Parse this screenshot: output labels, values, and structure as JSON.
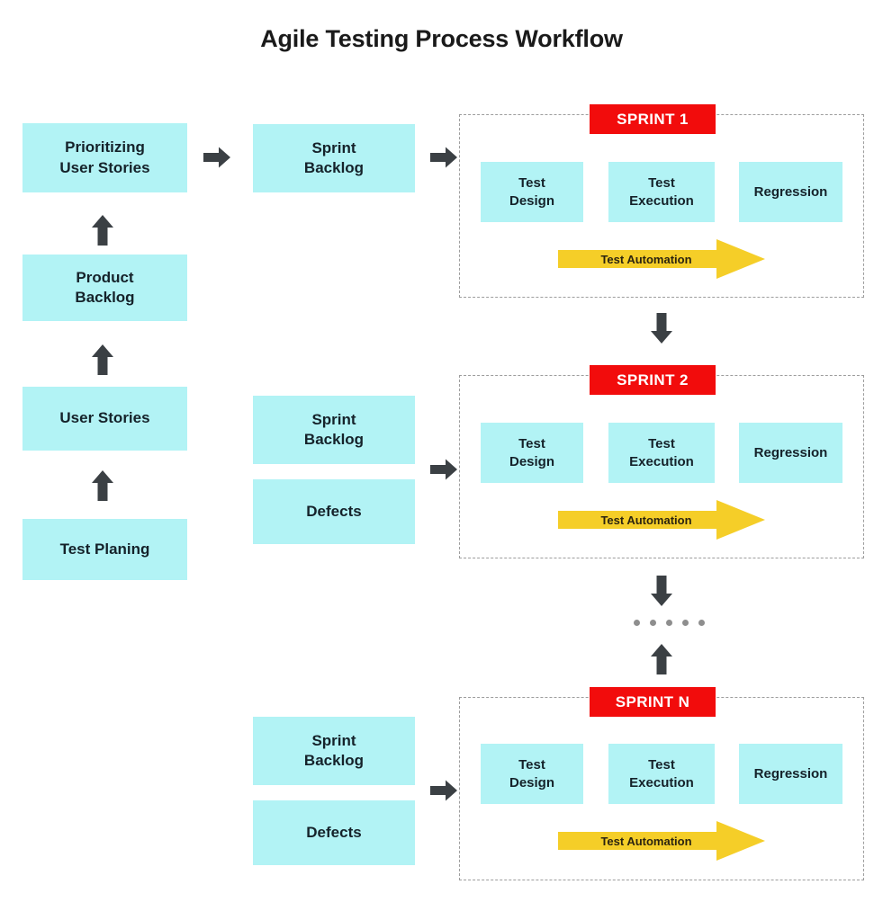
{
  "page": {
    "title": "Agile Testing Process Workflow",
    "background": "#ffffff"
  },
  "colors": {
    "box_fill": "#b2f3f5",
    "box_text": "#15222a",
    "sprint_badge_fill": "#f20c0c",
    "sprint_badge_text": "#ffffff",
    "automation_arrow_fill": "#f5ce28",
    "automation_arrow_text": "#2b2410",
    "connector_arrow": "#3b4044",
    "panel_border": "#9d9d9d",
    "dots": "#8e8e8e"
  },
  "left_column": {
    "name": "planning-chain",
    "boxes": [
      {
        "label": "Prioritizing\nUser Stories",
        "line1": "Prioritizing",
        "line2": "User Stories"
      },
      {
        "label": "Product\nBacklog",
        "line1": "Product",
        "line2": "Backlog"
      },
      {
        "label": "User Stories",
        "line1": "User Stories",
        "line2": ""
      },
      {
        "label": "Test Planing",
        "line1": "Test Planing",
        "line2": ""
      }
    ],
    "connectors": [
      {
        "icon": "arrow-up-icon",
        "from": "Product Backlog",
        "to": "Prioritizing User Stories"
      },
      {
        "icon": "arrow-up-icon",
        "from": "User Stories",
        "to": "Product Backlog"
      },
      {
        "icon": "arrow-up-icon",
        "from": "Test Planing",
        "to": "User Stories"
      }
    ]
  },
  "middle_column": {
    "groups": [
      {
        "name": "sprint-1-inputs",
        "boxes": [
          {
            "line1": "Sprint",
            "line2": "Backlog"
          }
        ]
      },
      {
        "name": "sprint-2-inputs",
        "boxes": [
          {
            "line1": "Sprint",
            "line2": "Backlog"
          },
          {
            "line1": "Defects",
            "line2": ""
          }
        ]
      },
      {
        "name": "sprint-n-inputs",
        "boxes": [
          {
            "line1": "Sprint",
            "line2": "Backlog"
          },
          {
            "line1": "Defects",
            "line2": ""
          }
        ]
      }
    ]
  },
  "sprints": [
    {
      "badge": "SPRINT 1",
      "stages": [
        {
          "line1": "Test",
          "line2": "Design"
        },
        {
          "line1": "Test",
          "line2": "Execution"
        },
        {
          "line1": "Regression",
          "line2": ""
        }
      ],
      "automation": "Test Automation"
    },
    {
      "badge": "SPRINT 2",
      "stages": [
        {
          "line1": "Test",
          "line2": "Design"
        },
        {
          "line1": "Test",
          "line2": "Execution"
        },
        {
          "line1": "Regression",
          "line2": ""
        }
      ],
      "automation": "Test Automation"
    },
    {
      "badge": "SPRINT N",
      "stages": [
        {
          "line1": "Test",
          "line2": "Design"
        },
        {
          "line1": "Test",
          "line2": "Execution"
        },
        {
          "line1": "Regression",
          "line2": ""
        }
      ],
      "automation": "Test Automation"
    }
  ],
  "flow_connectors": {
    "prioritizing_to_sprint_backlog": "arrow-right-icon",
    "sprint_backlog_to_sprint1": "arrow-right-icon",
    "sprint2_inputs_to_sprint2": "arrow-right-icon",
    "sprintn_inputs_to_sprintn": "arrow-right-icon",
    "sprint1_to_sprint2": "arrow-down-icon",
    "sprint2_to_ellipsis": "arrow-down-icon",
    "ellipsis_to_sprintn": "arrow-up-icon",
    "ellipsis_dots": 5
  }
}
